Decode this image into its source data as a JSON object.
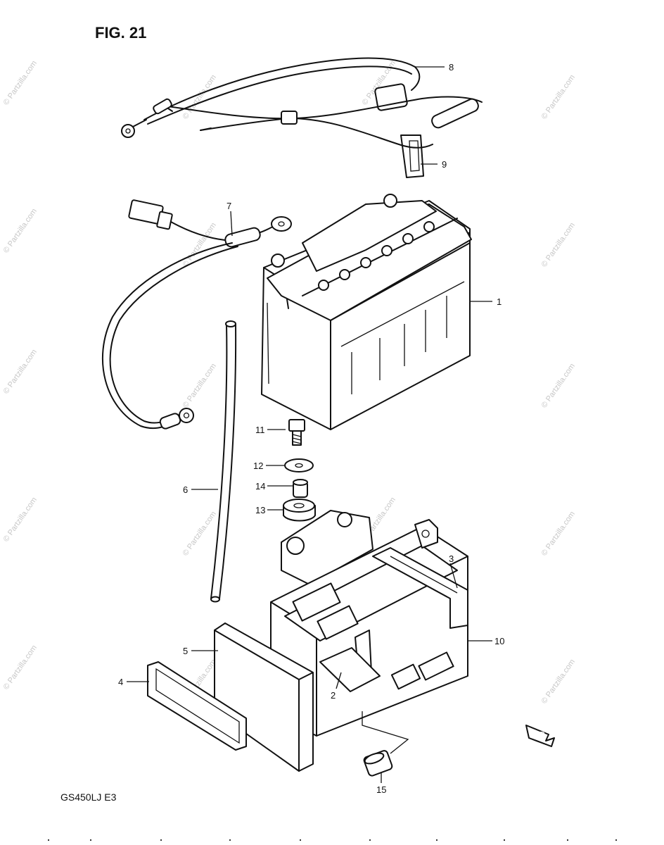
{
  "figure": {
    "title": "FIG. 21",
    "model_code": "GS450LJ E3",
    "fwd_label": "FWD"
  },
  "parts": [
    {
      "id": "1"
    },
    {
      "id": "2"
    },
    {
      "id": "3"
    },
    {
      "id": "4"
    },
    {
      "id": "5"
    },
    {
      "id": "6"
    },
    {
      "id": "7"
    },
    {
      "id": "8"
    },
    {
      "id": "9"
    },
    {
      "id": "10"
    },
    {
      "id": "11"
    },
    {
      "id": "12"
    },
    {
      "id": "13"
    },
    {
      "id": "14"
    },
    {
      "id": "15"
    }
  ],
  "watermark": "© Partzilla.com"
}
